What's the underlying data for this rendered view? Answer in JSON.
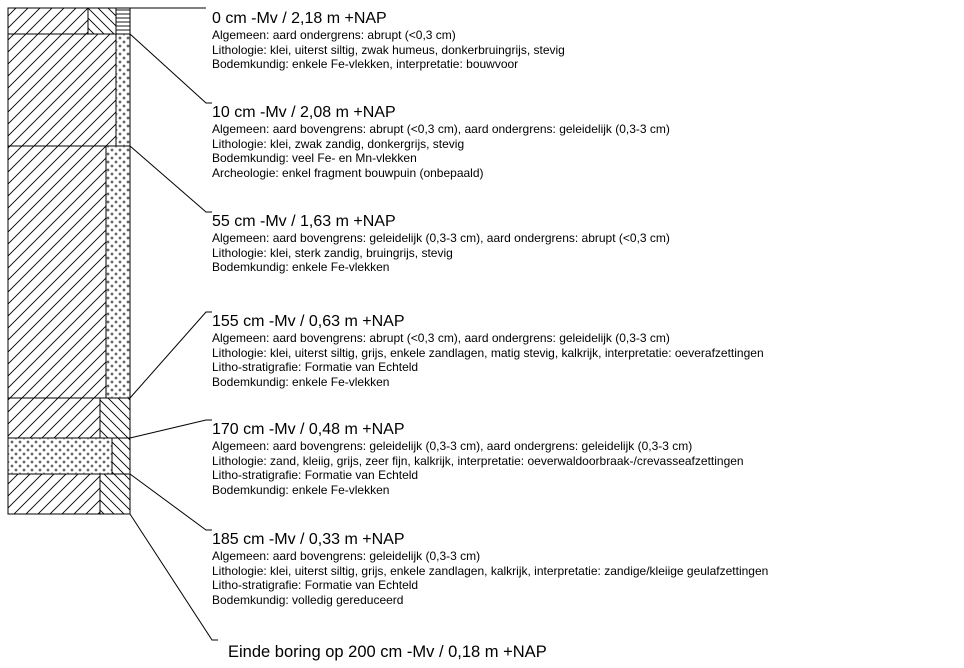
{
  "layers": [
    {
      "depth": "0 cm -Mv / 2,18 m +NAP",
      "lines": [
        "Algemeen: aard ondergrens: abrupt (<0,3 cm)",
        "Lithologie: klei, uiterst siltig, zwak humeus, donkerbruingrijs, stevig",
        "Bodemkundig: enkele Fe-vlekken, interpretatie: bouwvoor"
      ]
    },
    {
      "depth": "10 cm -Mv / 2,08 m +NAP",
      "lines": [
        "Algemeen: aard bovengrens: abrupt (<0,3 cm), aard ondergrens: geleidelijk (0,3-3 cm)",
        "Lithologie: klei, zwak zandig, donkergrijs, stevig",
        "Bodemkundig: veel Fe- en Mn-vlekken",
        "Archeologie: enkel fragment bouwpuin (onbepaald)"
      ]
    },
    {
      "depth": "55 cm -Mv / 1,63 m +NAP",
      "lines": [
        "Algemeen: aard bovengrens: geleidelijk (0,3-3 cm), aard ondergrens: abrupt (<0,3 cm)",
        "Lithologie: klei, sterk zandig, bruingrijs, stevig",
        "Bodemkundig: enkele Fe-vlekken"
      ]
    },
    {
      "depth": "155 cm -Mv / 0,63 m +NAP",
      "lines": [
        "Algemeen: aard bovengrens: abrupt (<0,3 cm), aard ondergrens: geleidelijk (0,3-3 cm)",
        "Lithologie: klei, uiterst siltig, grijs, enkele zandlagen, matig stevig, kalkrijk, interpretatie: oeverafzettingen",
        "Litho-stratigrafie: Formatie van Echteld",
        "Bodemkundig: enkele Fe-vlekken"
      ]
    },
    {
      "depth": "170 cm -Mv / 0,48 m +NAP",
      "lines": [
        "Algemeen: aard bovengrens: geleidelijk (0,3-3 cm), aard ondergrens: geleidelijk (0,3-3 cm)",
        "Lithologie: zand, kleiig, grijs, zeer fijn, kalkrijk, interpretatie: oeverwaldoorbraak-/crevasseafzettingen",
        "Litho-stratigrafie: Formatie van Echteld",
        "Bodemkundig: enkele Fe-vlekken"
      ]
    },
    {
      "depth": "185 cm -Mv / 0,33 m +NAP",
      "lines": [
        "Algemeen: aard bovengrens: geleidelijk (0,3-3 cm)",
        "Lithologie: klei, uiterst siltig, grijs, enkele zandlagen, kalkrijk, interpretatie: zandige/kleiige geulafzettingen",
        "Litho-stratigrafie: Formatie van Echteld",
        "Bodemkundig: volledig gereduceerd"
      ]
    }
  ],
  "end_text": "Einde boring op 200 cm -Mv / 0,18 m +NAP"
}
